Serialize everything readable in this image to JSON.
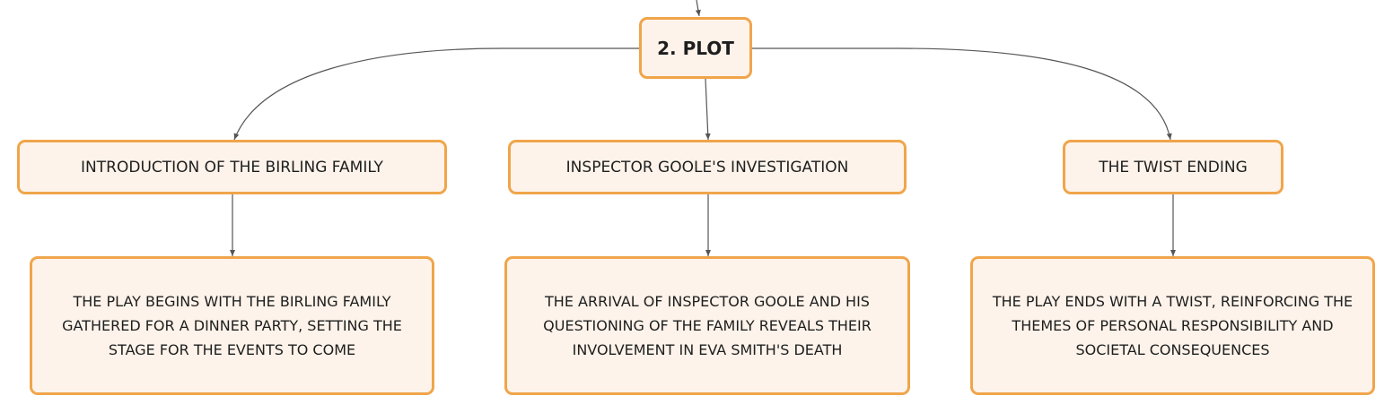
{
  "root": {
    "label": "2. PLOT"
  },
  "branches": [
    {
      "label": "INTRODUCTION OF THE BIRLING FAMILY",
      "detail": "THE PLAY BEGINS WITH THE BIRLING FAMILY GATHERED FOR A DINNER PARTY, SETTING THE STAGE FOR THE EVENTS TO COME"
    },
    {
      "label": "INSPECTOR GOOLE'S INVESTIGATION",
      "detail": "THE ARRIVAL OF INSPECTOR GOOLE AND HIS QUESTIONING OF THE FAMILY REVEALS THEIR INVOLVEMENT IN EVA SMITH'S DEATH"
    },
    {
      "label": "THE TWIST ENDING",
      "detail": "THE PLAY ENDS WITH A TWIST, REINFORCING THE THEMES OF PERSONAL RESPONSIBILITY AND SOCIETAL CONSEQUENCES"
    }
  ],
  "colors": {
    "node_border": "#f0a54a",
    "node_fill": "#fdf3ea",
    "connector": "#555555",
    "text": "#1e1e1e"
  }
}
